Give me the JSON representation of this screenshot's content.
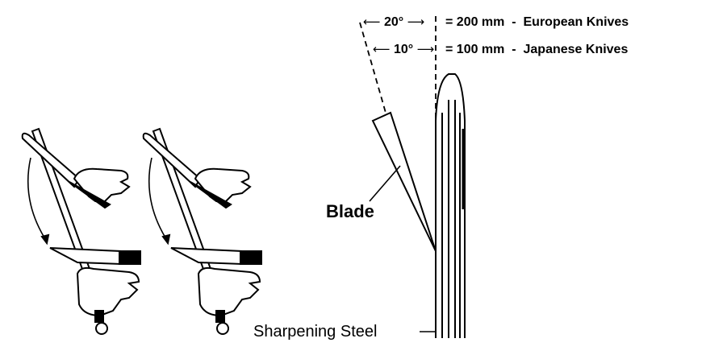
{
  "angles": [
    {
      "degrees": "20°",
      "length": "= 200 mm",
      "dash": "-",
      "knife_type": "European Knives"
    },
    {
      "degrees": "10°",
      "length": "= 100 mm",
      "dash": "-",
      "knife_type": "Japanese Knives"
    }
  ],
  "labels": {
    "blade": "Blade",
    "steel": "Sharpening Steel"
  },
  "colors": {
    "line": "#000000",
    "background": "#ffffff"
  }
}
